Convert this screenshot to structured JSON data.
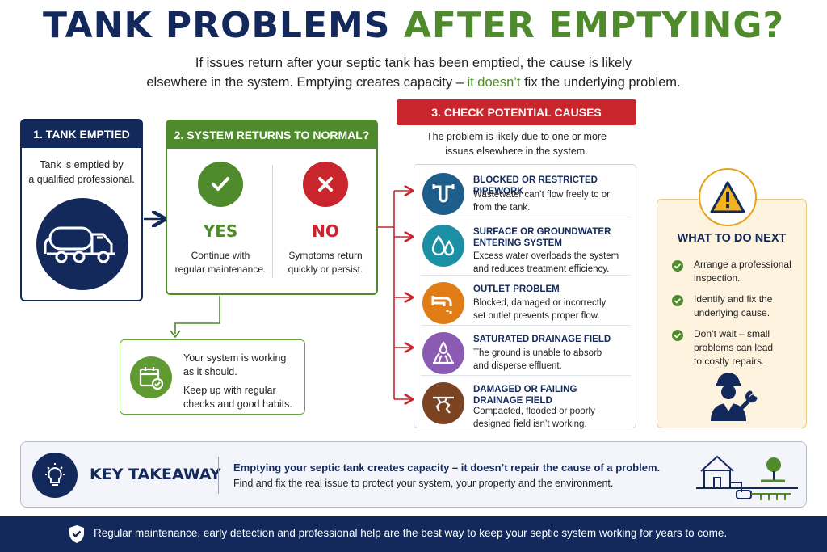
{
  "header": {
    "title_part1": "TANK PROBLEMS",
    "title_part2": "AFTER EMPTYING?",
    "subtitle_line1": "If issues return after your septic tank has been emptied, the cause is likely",
    "subtitle_line2_start": "elsewhere in the system. Emptying creates capacity – ",
    "subtitle_line2_highlight": "it doesn’t",
    "subtitle_line2_end": " fix the underlying problem."
  },
  "step1": {
    "heading": "1. TANK EMPTIED",
    "text_line1": "Tank is emptied by",
    "text_line2": "a qualified professional.",
    "icon": "tanker-truck-icon"
  },
  "step2": {
    "heading": "2. SYSTEM RETURNS TO NORMAL?",
    "yes": {
      "label": "YES",
      "line1": "Continue with",
      "line2": "regular maintenance.",
      "icon": "check-icon"
    },
    "no": {
      "label": "NO",
      "line1": "Symptoms return",
      "line2": "quickly or persist.",
      "icon": "x-icon"
    }
  },
  "working": {
    "line1": "Your system is working",
    "line2": "as it should.",
    "line3": "Keep up with regular",
    "line4": "checks and good habits.",
    "icon": "calendar-check-icon"
  },
  "step3": {
    "heading": "3. CHECK POTENTIAL CAUSES",
    "intro_line1": "The problem is likely due to one or more",
    "intro_line2": "issues elsewhere in the system.",
    "causes": [
      {
        "title_line1": "BLOCKED OR RESTRICTED PIPEWORK",
        "title_line2": "",
        "desc_line1": "Wastewater can’t flow freely to or",
        "desc_line2": "from the tank.",
        "icon": "pipe-icon",
        "color": "#1d5f8a"
      },
      {
        "title_line1": "SURFACE OR GROUNDWATER",
        "title_line2": "ENTERING SYSTEM",
        "desc_line1": "Excess water overloads the system",
        "desc_line2": "and reduces treatment efficiency.",
        "icon": "water-drops-icon",
        "color": "#1b8fa4"
      },
      {
        "title_line1": "OUTLET PROBLEM",
        "title_line2": "",
        "desc_line1": "Blocked, damaged or incorrectly",
        "desc_line2": "set outlet prevents proper flow.",
        "icon": "outlet-pipe-icon",
        "color": "#e07d16"
      },
      {
        "title_line1": "SATURATED DRAINAGE FIELD",
        "title_line2": "",
        "desc_line1": "The ground is unable to absorb",
        "desc_line2": "and disperse effluent.",
        "icon": "saturated-grass-icon",
        "color": "#8b5bb3"
      },
      {
        "title_line1": "DAMAGED OR FAILING",
        "title_line2": "DRAINAGE FIELD",
        "desc_line1": "Compacted, flooded or poorly",
        "desc_line2": "designed field isn’t working.",
        "icon": "cracked-ground-icon",
        "color": "#7b4322"
      }
    ]
  },
  "next_steps": {
    "heading": "WHAT TO DO NEXT",
    "items": [
      {
        "line1": "Arrange a professional",
        "line2": "inspection.",
        "line3": ""
      },
      {
        "line1": "Identify and fix the",
        "line2": "underlying cause.",
        "line3": ""
      },
      {
        "line1": "Don’t wait – small",
        "line2": "problems can lead",
        "line3": "to costly repairs."
      }
    ],
    "icon": "warning-icon",
    "worker_icon": "technician-icon"
  },
  "takeaway": {
    "heading": "KEY TAKEAWAY",
    "line1": "Emptying your septic tank creates capacity – it doesn’t repair the cause of a problem.",
    "line2": "Find and fix the real issue to protect your system, your property and the environment.",
    "icon": "lightbulb-icon"
  },
  "footer": {
    "text": "Regular maintenance, early detection and professional help are the best way to keep your septic system working for years to come.",
    "icon": "shield-check-icon"
  }
}
